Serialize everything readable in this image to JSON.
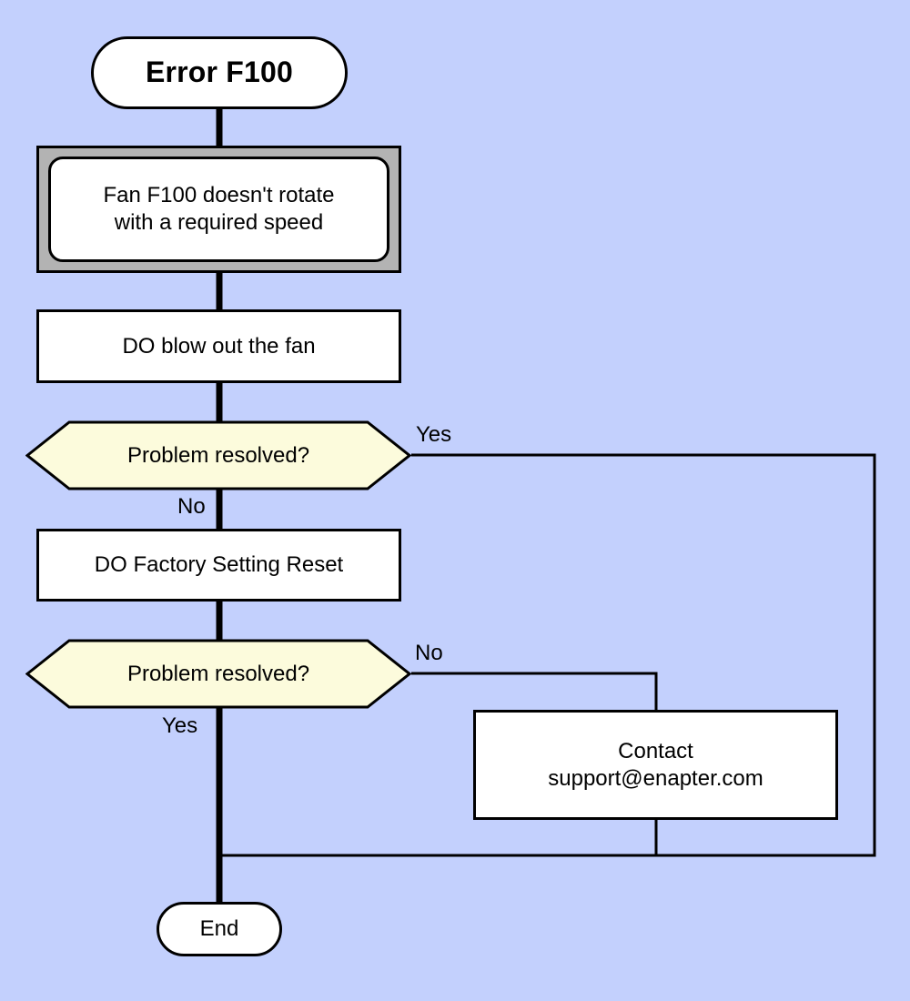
{
  "diagram": {
    "title_node": "Error F100",
    "background_color": "#c3d0fd",
    "decision_fill": "#fcfbdc",
    "subprocess_fill": "#b3b3b3",
    "node_fill": "#ffffff",
    "stroke_color": "#000000",
    "nodes": {
      "start": "Error F100",
      "symptom": "Fan F100 doesn't rotate\nwith a required speed",
      "symptom_line1": "Fan F100 doesn't rotate",
      "symptom_line2": "with a required speed",
      "action_blow": "DO blow out the fan",
      "decision_1": "Problem resolved?",
      "action_reset": "DO Factory Setting Reset",
      "decision_2": "Problem resolved?",
      "contact_line1": "Contact",
      "contact_line2": "support@enapter.com",
      "end": "End"
    },
    "edges": {
      "d1_yes": "Yes",
      "d1_no": "No",
      "d2_no": "No",
      "d2_yes": "Yes"
    }
  }
}
